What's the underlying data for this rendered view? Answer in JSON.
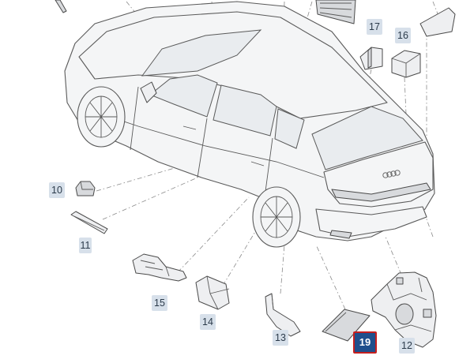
{
  "diagram": {
    "callouts": [
      {
        "id": "c10",
        "label": "10"
      },
      {
        "id": "c11",
        "label": "11"
      },
      {
        "id": "c12",
        "label": "12"
      },
      {
        "id": "c13",
        "label": "13"
      },
      {
        "id": "c14",
        "label": "14"
      },
      {
        "id": "c15",
        "label": "15"
      },
      {
        "id": "c16",
        "label": "16"
      },
      {
        "id": "c17",
        "label": "17"
      },
      {
        "id": "c19",
        "label": "19"
      }
    ],
    "selected_callout": "19",
    "highlight_color": "#c41f1f",
    "selected_fill": "#1f4f8c",
    "callout_fill": "#d7e0ea",
    "part_fill": "#f2f3f5",
    "line_color": "#6e6e6e"
  }
}
